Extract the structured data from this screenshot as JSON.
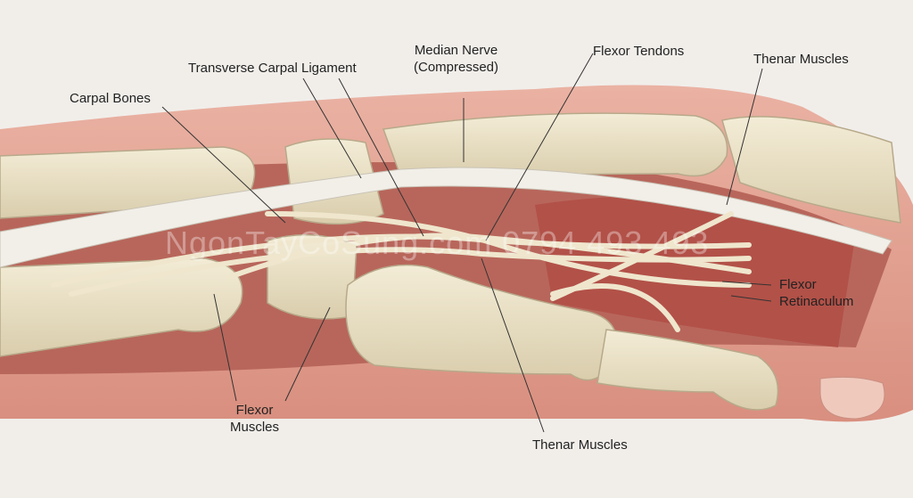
{
  "labels": {
    "carpal_bones": "Carpal Bones",
    "transverse_carpal_ligament": "Transverse Carpal Ligament",
    "median_nerve": "Median Nerve",
    "median_nerve_note": "(Compressed)",
    "flexor_tendons": "Flexor Tendons",
    "thenar_muscles_top": "Thenar Muscles",
    "flexor_retinaculum_1": "Flexor",
    "flexor_retinaculum_2": "Retinaculum",
    "flexor_muscles_1": "Flexor",
    "flexor_muscles_2": "Muscles",
    "thenar_muscles_bottom": "Thenar Muscles"
  },
  "watermark": "NgonTayCoSung.com   0794 493 493",
  "colors": {
    "skin": "#e3a596",
    "muscle": "#b2564c",
    "bone": "#ebe2c8",
    "ligament": "#f2efe8",
    "cartilage": "#b9c0d2"
  }
}
